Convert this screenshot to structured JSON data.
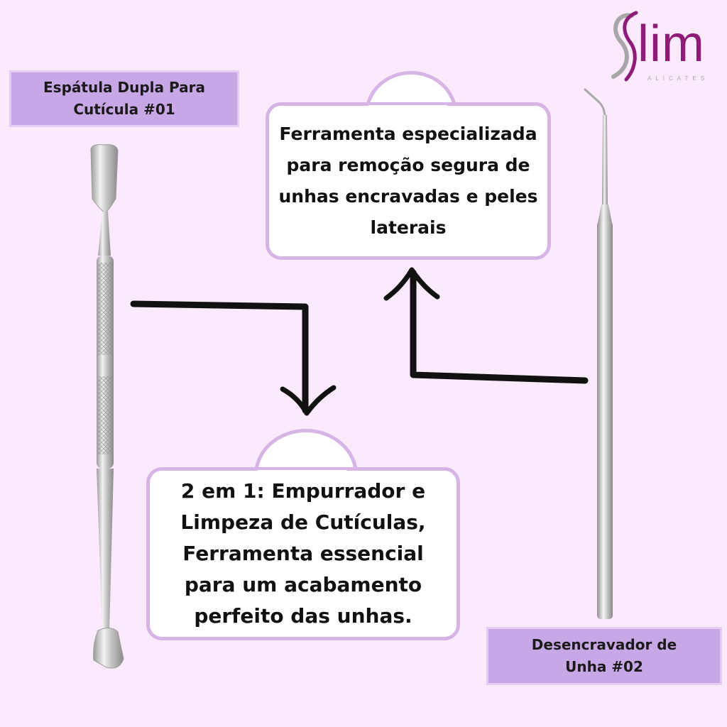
{
  "brand": {
    "name": "lim",
    "tagline": "ALICATES"
  },
  "products": [
    {
      "label": "Espátula Dupla Para Cutícula #01",
      "description": "2 em 1: Empurrador e Limpeza de Cutículas, Ferramenta essencial para um acabamento perfeito das unhas."
    },
    {
      "label": "Desencravador de Unha #02",
      "description": "Ferramenta especializada para remoção segura de unhas encravadas e peles laterais"
    }
  ],
  "colors": {
    "background": "#fbeafb",
    "label_fill": "#c8a7e6",
    "callout_border": "#d6b5e6",
    "brand": "#8f1b78"
  }
}
